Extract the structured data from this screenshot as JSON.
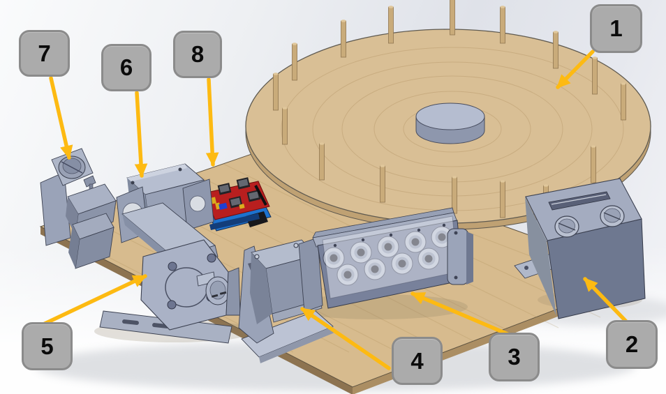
{
  "figure": {
    "kind": "annotated-3d-cad-assembly",
    "description": "Isometric CAD render of a machine prototype on a plywood base: peg turntable disc, control box, roller guide, motors, Arduino shield stack, with eight numbered callouts"
  },
  "colors": {
    "arrow": "#FDBA12",
    "callout_fill": "#ABABAB",
    "callout_border": "#8B8B8B",
    "callout_number": "#0B0B0B",
    "wood_top": "#D7BB8E",
    "wood_side": "#AB8E63",
    "disc_top": "#D9BF95",
    "peg": "#C9AB7A",
    "metal_light": "#B6BECF",
    "metal_mid": "#99A2B7",
    "metal_dark": "#6E7890",
    "pcb_red": "#B81F1F",
    "pcb_blue": "#1D72CF"
  },
  "callouts": [
    {
      "number": "1",
      "target": "peg-disc-turntable"
    },
    {
      "number": "2",
      "target": "control-panel-box"
    },
    {
      "number": "3",
      "target": "roller-guide-block"
    },
    {
      "number": "4",
      "target": "motor-on-a-frame-stand"
    },
    {
      "number": "5",
      "target": "gearmotor-with-coupling"
    },
    {
      "number": "6",
      "target": "stepper-motor-on-arch-mounts"
    },
    {
      "number": "7",
      "target": "angled-guide-stand"
    },
    {
      "number": "8",
      "target": "arduino-cnc-shield-stack"
    }
  ]
}
